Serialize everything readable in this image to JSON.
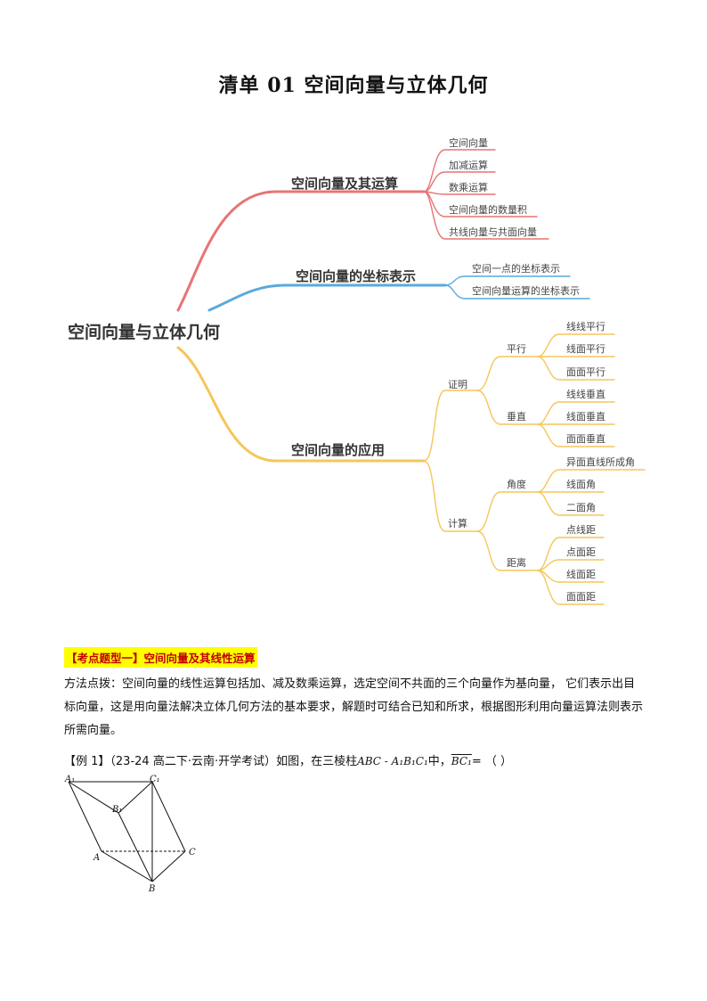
{
  "document": {
    "title": "清单 01  空间向量与立体几何"
  },
  "mindmap": {
    "root": "空间向量与立体几何",
    "colors": {
      "red": "#e87474",
      "blue": "#5aa9dd",
      "yellow": "#f5c65a"
    },
    "branches": [
      {
        "label": "空间向量及其运算",
        "color": "red",
        "children": [
          "空间向量",
          "加减运算",
          "数乘运算",
          "空间向量的数量积",
          "共线向量与共面向量"
        ]
      },
      {
        "label": "空间向量的坐标表示",
        "color": "blue",
        "children": [
          "空间一点的坐标表示",
          "空间向量运算的坐标表示"
        ]
      },
      {
        "label": "空间向量的应用",
        "color": "yellow",
        "children": [
          {
            "label": "证明",
            "children": [
              {
                "label": "平行",
                "children": [
                  "线线平行",
                  "线面平行",
                  "面面平行"
                ]
              },
              {
                "label": "垂直",
                "children": [
                  "线线垂直",
                  "线面垂直",
                  "面面垂直"
                ]
              }
            ]
          },
          {
            "label": "计算",
            "children": [
              {
                "label": "角度",
                "children": [
                  "异面直线所成角",
                  "线面角",
                  "二面角"
                ]
              },
              {
                "label": "距离",
                "children": [
                  "点线距",
                  "点面距",
                  "线面距",
                  "面面距"
                ]
              }
            ]
          }
        ]
      }
    ]
  },
  "section": {
    "tag_bracket_open": "【",
    "tag_type": "考点题型一",
    "tag_bracket_close": "】",
    "tag_title": "空间向量及其线性运算",
    "highlight_color": "#ffff00",
    "method_text": "方法点拨：空间向量的线性运算包括加、减及数乘运算，选定空间不共面的三个向量作为基向量， 它们表示出目标向量，这是用向量法解决立体几何方法的基本要求，解题时可结合已知和所求，根据图形利用向量运算法则表示所需向量。"
  },
  "example": {
    "label": "【例 1】",
    "source": "（23-24 高二下·云南·开学考试）如图，在三棱柱",
    "prism": "ABC - A₁B₁C₁",
    "mid": "中，",
    "vector": "BC₁",
    "tail": "= （        ）",
    "figure_labels": {
      "A1": "A₁",
      "C1": "C₁",
      "B1": "B₁",
      "A": "A",
      "B": "B",
      "C": "C"
    }
  }
}
